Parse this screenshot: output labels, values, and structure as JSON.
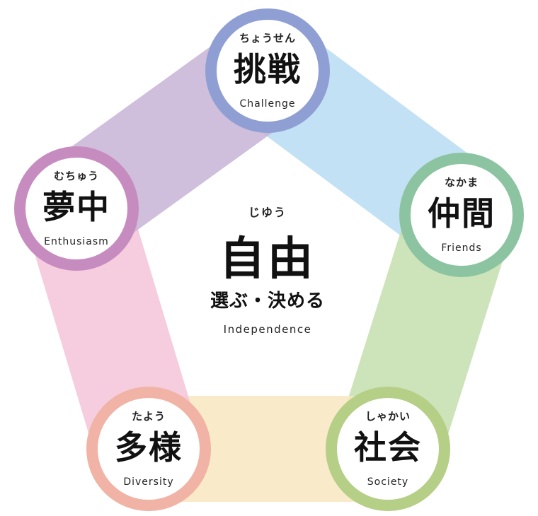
{
  "center": {
    "ruby": "じゆう",
    "kanji": "自由",
    "subtitle": "選ぶ・決める",
    "english": "Independence"
  },
  "nodes": [
    {
      "id": "challenge",
      "ruby": "ちょうせん",
      "kanji": "挑戦",
      "english": "Challenge",
      "color": "#8f9fd3"
    },
    {
      "id": "friends",
      "ruby": "なかま",
      "kanji": "仲間",
      "english": "Friends",
      "color": "#8cc4a1"
    },
    {
      "id": "society",
      "ruby": "しゃかい",
      "kanji": "社会",
      "english": "Society",
      "color": "#b6cf87"
    },
    {
      "id": "diversity",
      "ruby": "たよう",
      "kanji": "多様",
      "english": "Diversity",
      "color": "#f0b3a6"
    },
    {
      "id": "enthusiasm",
      "ruby": "むちゅう",
      "kanji": "夢中",
      "english": "Enthusiasm",
      "color": "#c78cbf"
    }
  ],
  "bands": [
    {
      "from": "challenge",
      "to": "friends",
      "color": "#b9dcf3"
    },
    {
      "from": "friends",
      "to": "society",
      "color": "#c5dfae"
    },
    {
      "from": "society",
      "to": "diversity",
      "color": "#f9e7c0"
    },
    {
      "from": "diversity",
      "to": "enthusiasm",
      "color": "#f5c5d9"
    },
    {
      "from": "enthusiasm",
      "to": "challenge",
      "color": "#c7b3d6"
    }
  ]
}
